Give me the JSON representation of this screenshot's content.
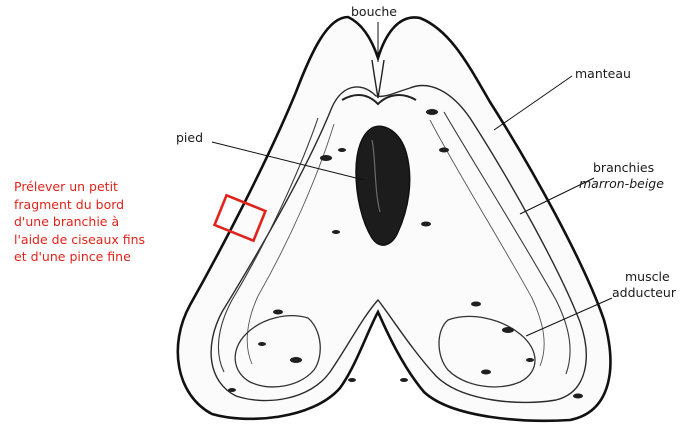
{
  "labels": {
    "mouth": "bouche",
    "mantle": "manteau",
    "foot": "pied",
    "gills_line1": "branchies",
    "gills_line2": "marron-beige",
    "muscle_line1": "muscle",
    "muscle_line2": "adducteur"
  },
  "instruction": {
    "lines": [
      "Prélever un petit",
      "fragment du bord",
      "d'une branchie à",
      "l'aide de ciseaux fins",
      "et d'une pince fine"
    ]
  },
  "colors": {
    "instruction_text": "#e0231b",
    "sample_box": "#e0231b",
    "ink": "#1a1a1a",
    "foot_fill": "#1c1c1c"
  }
}
